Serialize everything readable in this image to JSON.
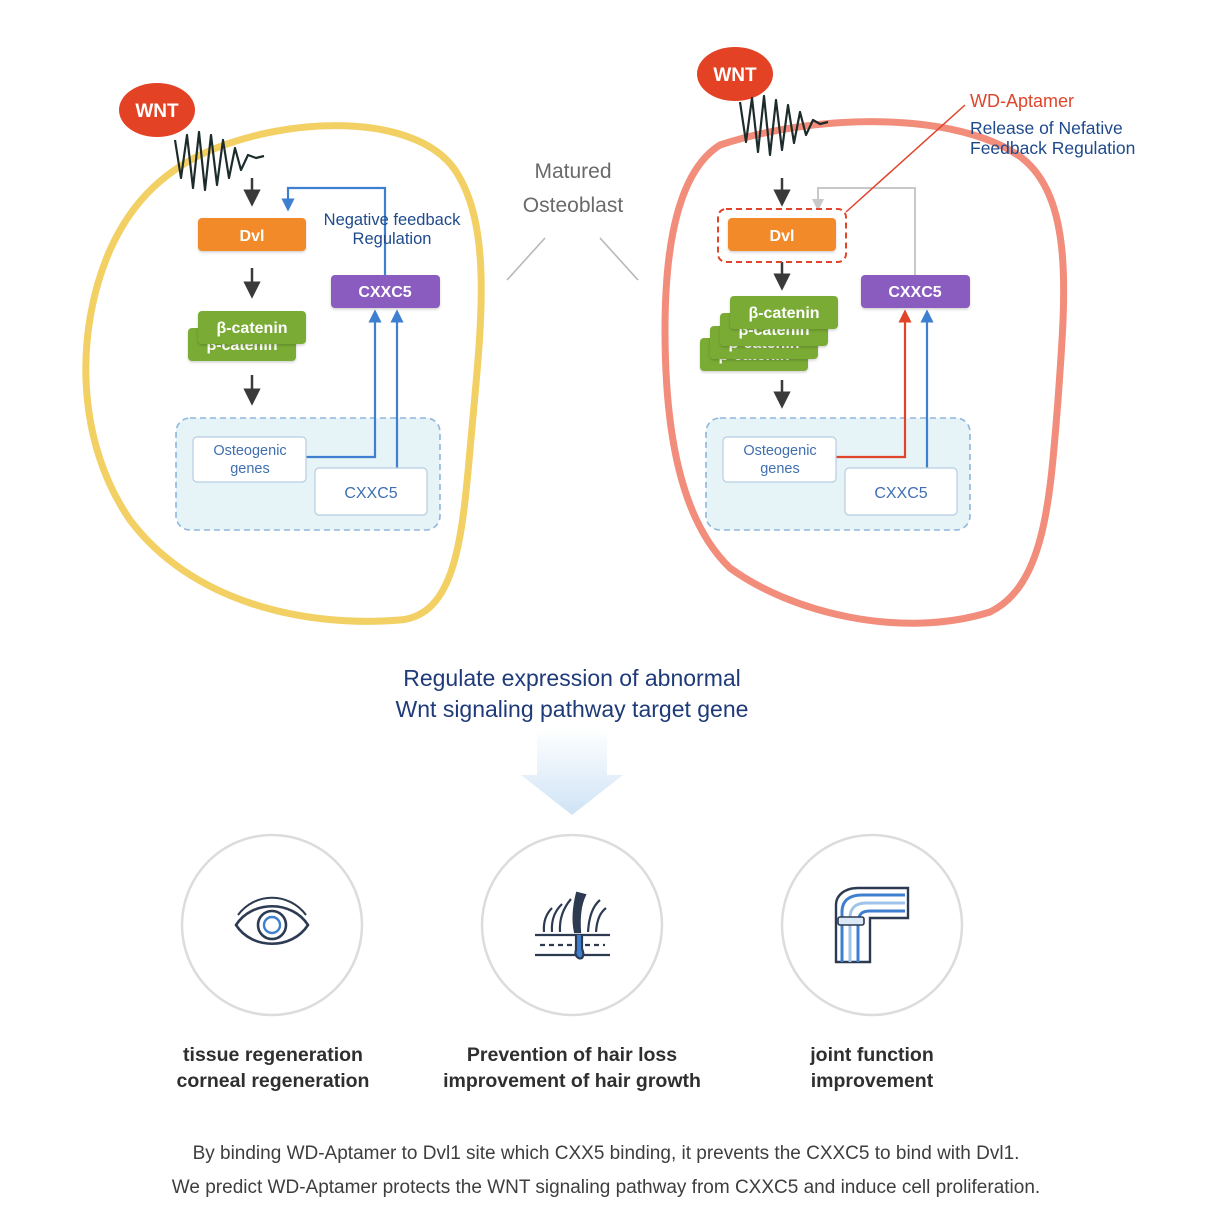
{
  "colors": {
    "wnt": "#e34324",
    "dvl": "#f28a2a",
    "catenin": "#7aab36",
    "cxxc5": "#8a5cc0",
    "blue_arrow": "#3f7fd0",
    "red_arrow": "#e0452b",
    "cell_left": "#f2d064",
    "cell_right": "#f28c7b",
    "navy_text": "#1e4a8c",
    "nucleus_fill": "#e6f3f7"
  },
  "center": {
    "line1": "Matured",
    "line2": "Osteoblast"
  },
  "left_cell": {
    "wnt": "WNT",
    "dvl": "Dvl",
    "catenin_back": "β-catenin",
    "catenin_front": "β-catenin",
    "cxxc5": "CXXC5",
    "feedback_line1": "Negative feedback",
    "feedback_line2": "Regulation",
    "osteo_line1": "Osteogenic",
    "osteo_line2": "genes",
    "gene_cxxc5": "CXXC5"
  },
  "right_cell": {
    "wnt": "WNT",
    "dvl": "Dvl",
    "catenin_layers": [
      "β-catenin",
      "β-catenin",
      "β-catenin"
    ],
    "catenin_front": "β-catenin",
    "cxxc5": "CXXC5",
    "osteo_line1": "Osteogenic",
    "osteo_line2": "genes",
    "gene_cxxc5": "CXXC5",
    "aptamer": "WD-Aptamer",
    "release_line1": "Release of Nefative",
    "release_line2": "Feedback Regulation"
  },
  "regulate": {
    "line1": "Regulate expression of abnormal",
    "line2": "Wnt signaling pathway target gene"
  },
  "benefits": [
    {
      "icon": "eye-icon",
      "line1": "tissue regeneration",
      "line2": "corneal regeneration"
    },
    {
      "icon": "hair-follicle-icon",
      "line1": "Prevention of hair loss",
      "line2": "improvement of hair growth"
    },
    {
      "icon": "knee-joint-icon",
      "line1": "joint function",
      "line2": "improvement"
    }
  ],
  "footer": {
    "line1": "By binding WD-Aptamer to Dvl1 site which CXX5 binding, it prevents the CXXC5 to bind with Dvl1.",
    "line2": "We predict WD-Aptamer protects the WNT signaling pathway from CXXC5 and induce cell proliferation."
  }
}
